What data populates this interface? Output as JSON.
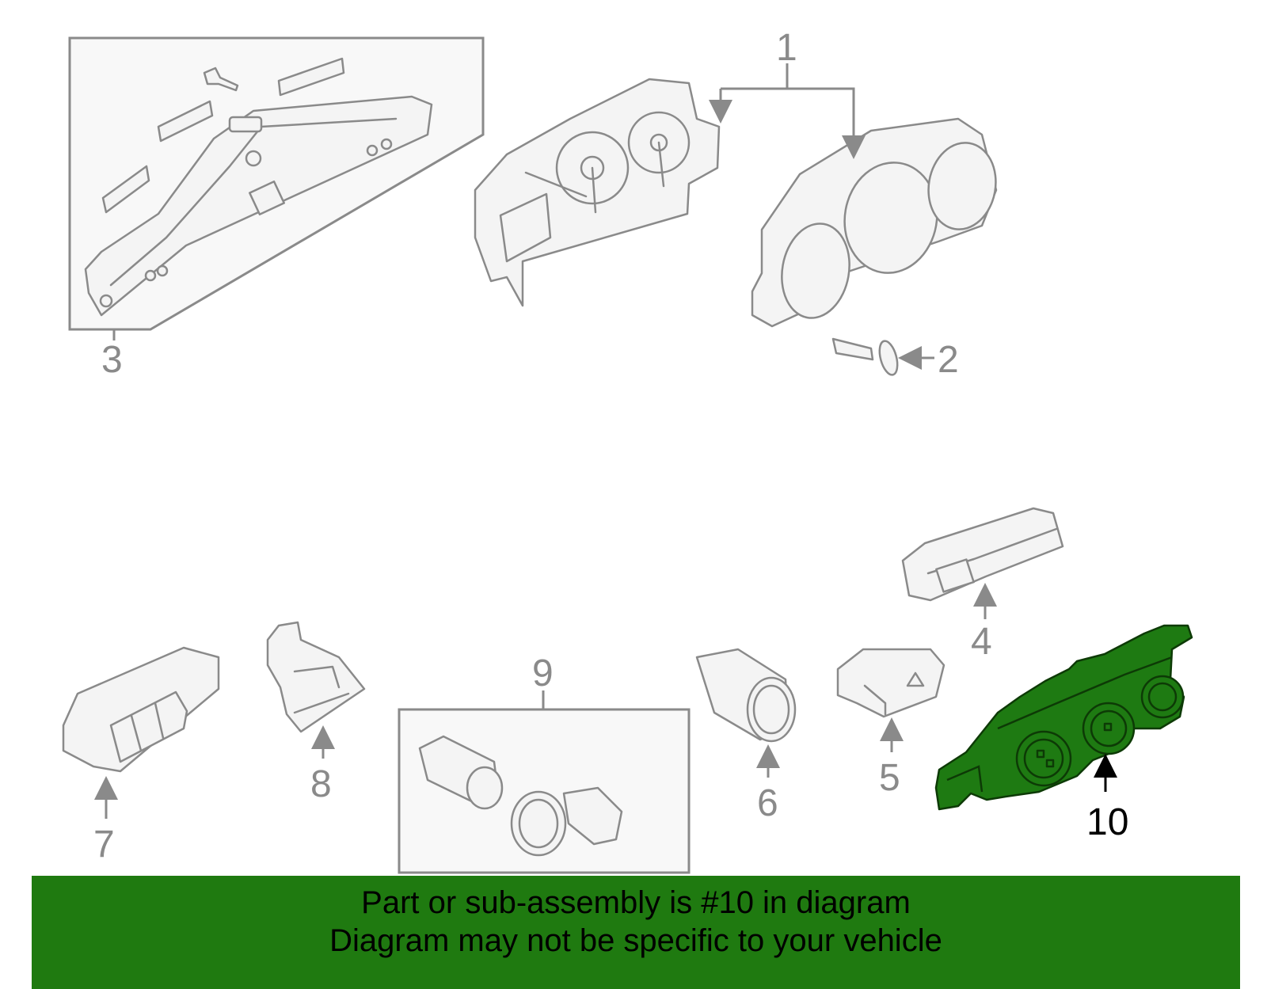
{
  "callouts": {
    "c1": "1",
    "c2": "2",
    "c3": "3",
    "c4": "4",
    "c5": "5",
    "c6": "6",
    "c7": "7",
    "c8": "8",
    "c9": "9",
    "c10": "10"
  },
  "highlighted_part": "10",
  "colors": {
    "highlight_fill": "#1e7a12",
    "banner_bg": "#1f7a10",
    "line_art": "#8a8a8a"
  },
  "banner": {
    "line1": "Part or sub-assembly is #10 in diagram",
    "line2": "Diagram may not be specific to your vehicle"
  }
}
